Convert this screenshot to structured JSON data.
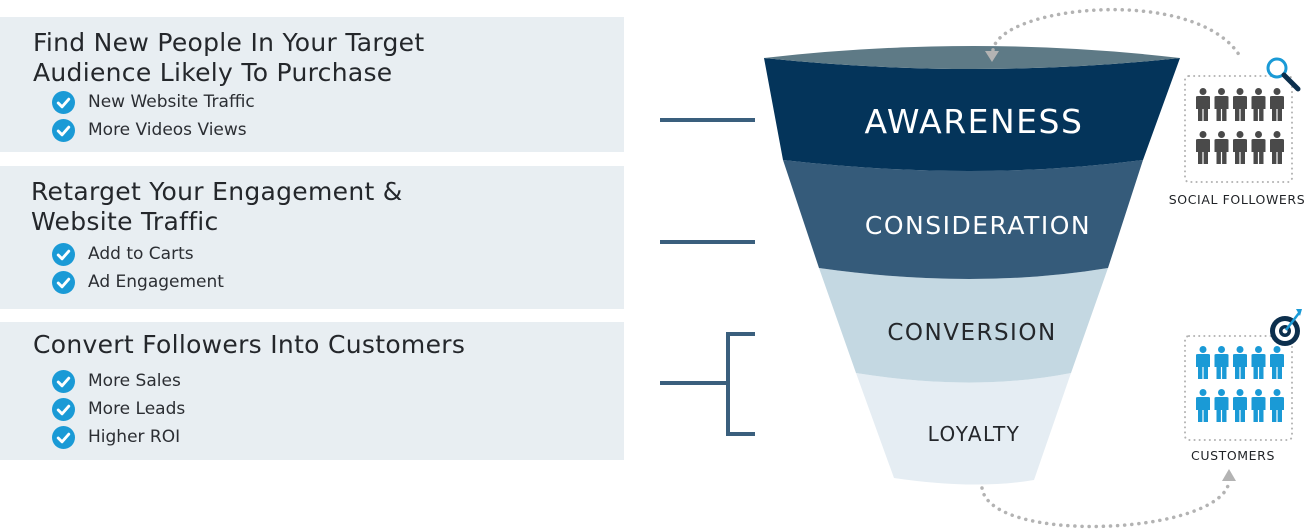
{
  "panels": [
    {
      "title_lines": [
        "Find New People In Your Target",
        "Audience Likely To Purchase"
      ],
      "bullets": [
        "New Website Traffic",
        "More Videos Views"
      ]
    },
    {
      "title_lines": [
        "Retarget Your Engagement &",
        "Website Traffic"
      ],
      "bullets": [
        "Add to Carts",
        "Ad Engagement"
      ]
    },
    {
      "title_lines": [
        "Convert Followers Into Customers"
      ],
      "bullets": [
        "More Sales",
        "More Leads",
        "Higher ROI"
      ]
    }
  ],
  "funnel": {
    "stages": [
      {
        "label": "AWARENESS",
        "color": "#04345a",
        "text_color": "#ffffff"
      },
      {
        "label": "CONSIDERATION",
        "color": "#355b7a",
        "text_color": "#ffffff"
      },
      {
        "label": "CONVERSION",
        "color": "#c4d8e2",
        "text_color": "#24272b"
      },
      {
        "label": "LOYALTY",
        "color": "#e5edf3",
        "text_color": "#24272b"
      }
    ],
    "rim_color": "#5e7a86"
  },
  "groups": {
    "social_followers": {
      "label": "SOCIAL FOLLOWERS",
      "icon": "magnifier-icon",
      "people_color": "#4a4a4a",
      "people_count": 10
    },
    "customers": {
      "label": "CUSTOMERS",
      "icon": "target-icon",
      "people_color": "#1a9ad6",
      "people_count": 10
    }
  },
  "colors": {
    "check": "#1a9ad6",
    "connector": "#3a5f7d",
    "dotted": "#b3b3b3"
  }
}
